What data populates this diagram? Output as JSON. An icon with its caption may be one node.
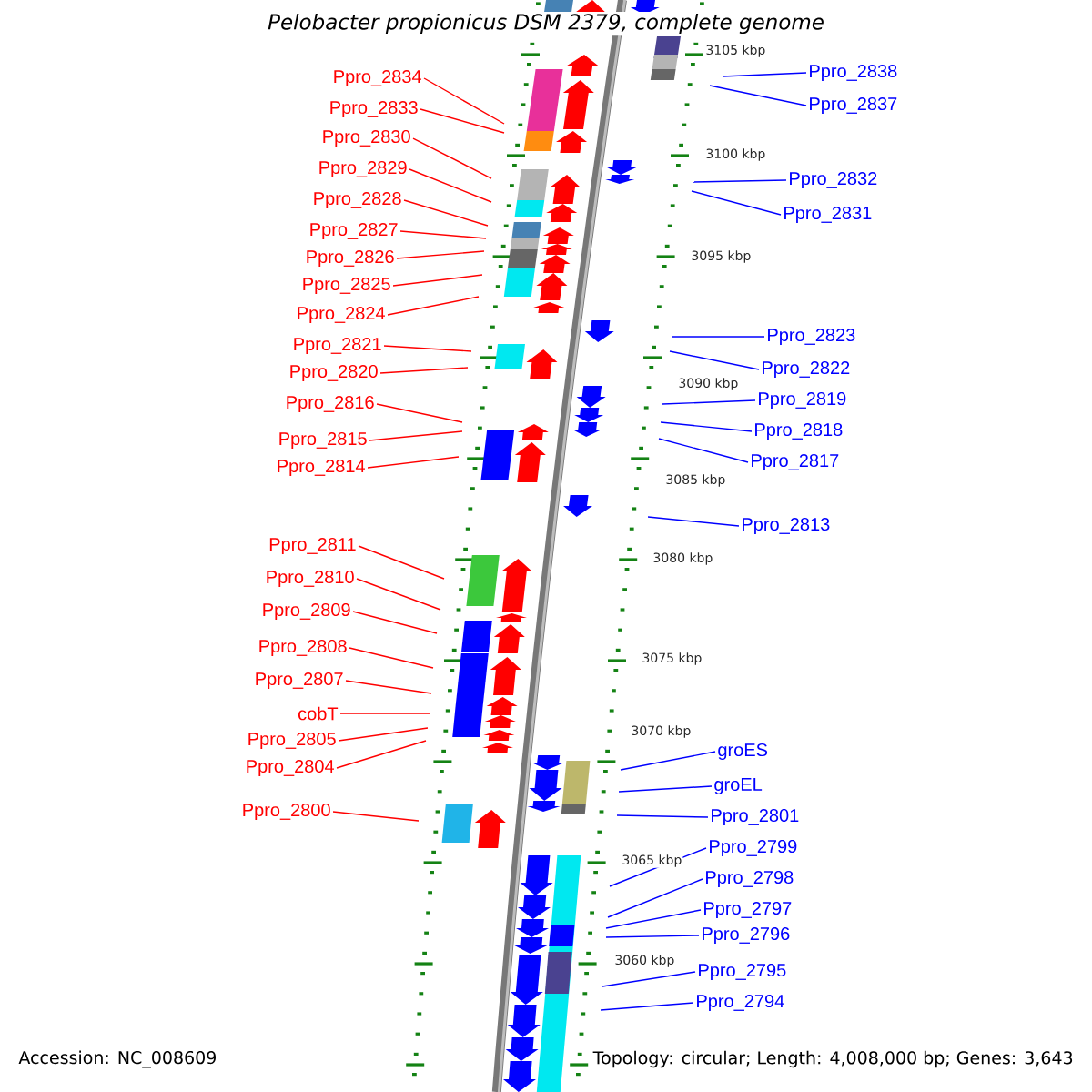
{
  "diagram": {
    "title": "Pelobacter propionicus DSM 2379, complete genome",
    "nodes": [
      {
        "text": [
          "Ppro_2834"
        ]
      },
      {
        "text": [
          "Ppro_2833"
        ]
      },
      {
        "text": [
          "Ppro_2830"
        ]
      },
      {
        "text": [
          "Ppro_2829"
        ]
      },
      {
        "text": [
          "Ppro_2828"
        ]
      },
      {
        "text": [
          "Ppro_2827"
        ]
      },
      {
        "text": [
          "Ppro_2826"
        ]
      },
      {
        "text": [
          "Ppro_2825"
        ]
      },
      {
        "text": [
          "Ppro_2824"
        ]
      },
      {
        "text": [
          "Ppro_2821"
        ]
      },
      {
        "text": [
          "Ppro_2820"
        ]
      },
      {
        "text": [
          "Ppro_2816"
        ]
      },
      {
        "text": [
          "Ppro_2815"
        ]
      },
      {
        "text": [
          "Ppro_2814"
        ]
      },
      {
        "text": [
          "Ppro_2811"
        ]
      },
      {
        "text": [
          "Ppro_2810"
        ]
      },
      {
        "text": [
          "Ppro_2809"
        ]
      },
      {
        "text": [
          "Ppro_2808"
        ]
      },
      {
        "text": [
          "Ppro_2807"
        ]
      },
      {
        "text": [
          "cobT"
        ]
      },
      {
        "text": [
          "Ppro_2805"
        ]
      },
      {
        "text": [
          "Ppro_2804"
        ]
      },
      {
        "text": [
          "Ppro_2800"
        ]
      },
      {
        "text": [
          "Ppro_2838"
        ]
      },
      {
        "text": [
          "Ppro_2837"
        ]
      },
      {
        "text": [
          "Ppro_2832"
        ]
      },
      {
        "text": [
          "Ppro_2831"
        ]
      },
      {
        "text": [
          "Ppro_2823"
        ]
      },
      {
        "text": [
          "Ppro_2822"
        ]
      },
      {
        "text": [
          "Ppro_2819"
        ]
      },
      {
        "text": [
          "Ppro_2818"
        ]
      },
      {
        "text": [
          "Ppro_2817"
        ]
      },
      {
        "text": [
          "Ppro_2813"
        ]
      },
      {
        "text": [
          "groES"
        ]
      },
      {
        "text": [
          "groEL"
        ]
      },
      {
        "text": [
          "Ppro_2801"
        ]
      },
      {
        "text": [
          "Ppro_2799"
        ]
      },
      {
        "text": [
          "Ppro_2798"
        ]
      },
      {
        "text": [
          "Ppro_2797"
        ]
      },
      {
        "text": [
          "Ppro_2796"
        ]
      },
      {
        "text": [
          "Ppro_2795"
        ]
      },
      {
        "text": [
          "Ppro_2794"
        ]
      }
    ],
    "edges": [
      {
        "from": 0,
        "to": null,
        "arrow": "none",
        "color": "#ff0000"
      },
      {
        "from": 1,
        "to": null,
        "arrow": "none",
        "color": "#ff0000"
      },
      {
        "from": 2,
        "to": null,
        "arrow": "none",
        "color": "#ff0000"
      },
      {
        "from": 3,
        "to": null,
        "arrow": "none",
        "color": "#ff0000"
      },
      {
        "from": 4,
        "to": null,
        "arrow": "none",
        "color": "#ff0000"
      },
      {
        "from": 5,
        "to": null,
        "arrow": "none",
        "color": "#ff0000"
      },
      {
        "from": 6,
        "to": null,
        "arrow": "none",
        "color": "#ff0000"
      },
      {
        "from": 7,
        "to": null,
        "arrow": "none",
        "color": "#ff0000"
      },
      {
        "from": 8,
        "to": null,
        "arrow": "none",
        "color": "#ff0000"
      },
      {
        "from": 9,
        "to": null,
        "arrow": "none",
        "color": "#ff0000"
      },
      {
        "from": 10,
        "to": null,
        "arrow": "none",
        "color": "#ff0000"
      },
      {
        "from": 11,
        "to": null,
        "arrow": "none",
        "color": "#ff0000"
      },
      {
        "from": 12,
        "to": null,
        "arrow": "none",
        "color": "#ff0000"
      },
      {
        "from": 13,
        "to": null,
        "arrow": "none",
        "color": "#ff0000"
      },
      {
        "from": 14,
        "to": null,
        "arrow": "none",
        "color": "#ff0000"
      },
      {
        "from": 15,
        "to": null,
        "arrow": "none",
        "color": "#ff0000"
      },
      {
        "from": 16,
        "to": null,
        "arrow": "none",
        "color": "#ff0000"
      },
      {
        "from": 17,
        "to": null,
        "arrow": "none",
        "color": "#ff0000"
      },
      {
        "from": 18,
        "to": null,
        "arrow": "none",
        "color": "#ff0000"
      },
      {
        "from": 19,
        "to": null,
        "arrow": "none",
        "color": "#ff0000"
      },
      {
        "from": 20,
        "to": null,
        "arrow": "none",
        "color": "#ff0000"
      },
      {
        "from": 21,
        "to": null,
        "arrow": "none",
        "color": "#ff0000"
      },
      {
        "from": 22,
        "to": null,
        "arrow": "none",
        "color": "#ff0000"
      },
      {
        "from": 23,
        "to": null,
        "arrow": "none",
        "color": "#0000ff"
      },
      {
        "from": 24,
        "to": null,
        "arrow": "none",
        "color": "#0000ff"
      },
      {
        "from": 25,
        "to": null,
        "arrow": "none",
        "color": "#0000ff"
      },
      {
        "from": 26,
        "to": null,
        "arrow": "none",
        "color": "#0000ff"
      },
      {
        "from": 27,
        "to": null,
        "arrow": "none",
        "color": "#0000ff"
      },
      {
        "from": 28,
        "to": null,
        "arrow": "none",
        "color": "#0000ff"
      },
      {
        "from": 29,
        "to": null,
        "arrow": "none",
        "color": "#0000ff"
      },
      {
        "from": 30,
        "to": null,
        "arrow": "none",
        "color": "#0000ff"
      },
      {
        "from": 31,
        "to": null,
        "arrow": "none",
        "color": "#0000ff"
      },
      {
        "from": 32,
        "to": null,
        "arrow": "none",
        "color": "#0000ff"
      },
      {
        "from": 33,
        "to": null,
        "arrow": "none",
        "color": "#0000ff"
      },
      {
        "from": 34,
        "to": null,
        "arrow": "none",
        "color": "#0000ff"
      },
      {
        "from": 35,
        "to": null,
        "arrow": "none",
        "color": "#0000ff"
      },
      {
        "from": 36,
        "to": null,
        "arrow": "none",
        "color": "#0000ff"
      },
      {
        "from": 37,
        "to": null,
        "arrow": "none",
        "color": "#0000ff"
      },
      {
        "from": 38,
        "to": null,
        "arrow": "none",
        "color": "#0000ff"
      },
      {
        "from": 39,
        "to": null,
        "arrow": "none",
        "color": "#0000ff"
      },
      {
        "from": 40,
        "to": null,
        "arrow": "none",
        "color": "#0000ff"
      },
      {
        "from": 41,
        "to": null,
        "arrow": "none",
        "color": "#0000ff"
      }
    ],
    "labels": [
      "3105 kbp",
      "3100 kbp",
      "3095 kbp",
      "3090 kbp",
      "3085 kbp",
      "3080 kbp",
      "3075 kbp",
      "3070 kbp",
      "3065 kbp",
      "3060 kbp",
      "Accession: NC_008609",
      "Topology: circular; Length: 4,008,000 bp; Genes: 3,643"
    ]
  }
}
